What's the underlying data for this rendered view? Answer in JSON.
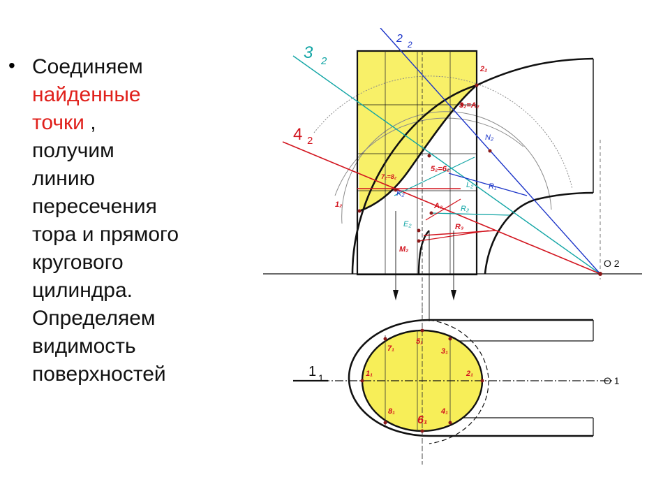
{
  "slide": {
    "bullet": "•",
    "lines": [
      {
        "t": "Соединяем",
        "red": false
      },
      {
        "t": "найденные",
        "red": true
      },
      {
        "t": "точки",
        "red": true,
        "suffix": " ,"
      },
      {
        "t": "получим",
        "red": false
      },
      {
        "t": "линию",
        "red": false
      },
      {
        "t": "пересечения",
        "red": false
      },
      {
        "t": "тора и прямого",
        "red": false
      },
      {
        "t": "кругового",
        "red": false
      },
      {
        "t": "цилиндра.",
        "red": false
      },
      {
        "t": "Определяем",
        "red": false
      },
      {
        "t": "видимость",
        "red": false
      },
      {
        "t": "поверхностей",
        "red": false
      }
    ]
  },
  "drawing": {
    "colors": {
      "red": "#d2141e",
      "blue": "#1a33c8",
      "teal": "#12a5a5",
      "yellow": "#f7ee58",
      "black": "#111111",
      "gray": "#8a8a8a"
    },
    "labels": {
      "plane_3": "3",
      "plane_3_sub": "2",
      "plane_2": "2",
      "plane_2_sub": "2",
      "plane_4": "4",
      "plane_4_sub": "2",
      "p2_2": "2₂",
      "p3_a2": "3₂=A₂",
      "n2": "N₂",
      "p5_6": "5₂=6₂",
      "p7_8": "7₂=8₂",
      "k2": "K₂",
      "l2": "L₂",
      "r1": "R₁",
      "p1_2": "1₂",
      "a2": "A₂",
      "r2": "R₂",
      "e2": "E₂",
      "r3": "R₃",
      "m2": "M₂",
      "o2": "O 2",
      "axis_1": "1",
      "axis_1_sub": "1",
      "o1": "O 1",
      "q5": "5₁",
      "q7": "7₁",
      "q3": "3₁",
      "q1": "1₁",
      "q2": "2₁",
      "q8": "8₁",
      "q6": "6₁",
      "q4": "4₁"
    }
  }
}
